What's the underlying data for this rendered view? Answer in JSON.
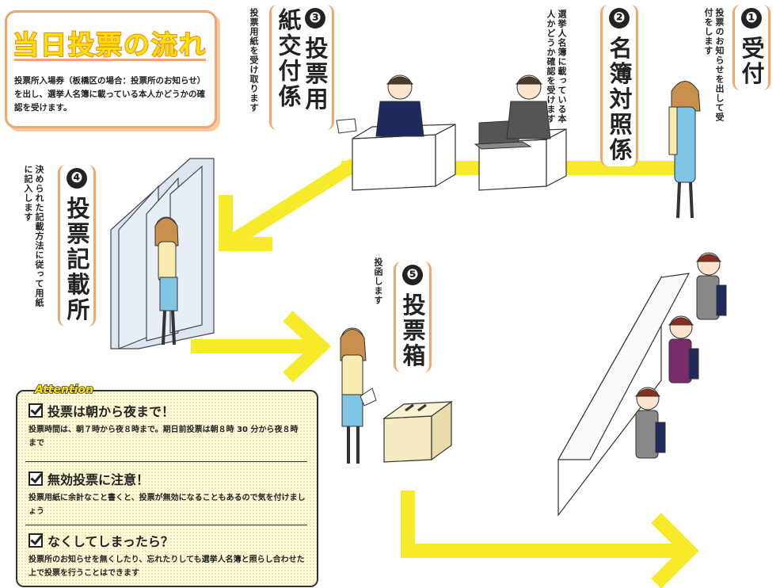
{
  "title": "当日投票の流れ",
  "title_description": "投票所入場券（板橋区の場合：投票所のお知らせ）を出し、選挙人名簿に載っている本人かどうかの確認を受けます。",
  "steps": [
    {
      "number": "❶",
      "heading": "受付",
      "description": "投票のお知らせを出して受付をします"
    },
    {
      "number": "❷",
      "heading": "名簿対照係",
      "description": "選挙人名簿に載っている本人かどうか確認を受けます"
    },
    {
      "number": "❸",
      "heading": "投票用紙交付係",
      "description": "投票用紙を受け取ります"
    },
    {
      "number": "❹",
      "heading": "投票記載所",
      "description": "決められた記載方法に従って用紙に記入します"
    },
    {
      "number": "❺",
      "heading": "投票箱",
      "description": "投函します"
    }
  ],
  "attention": {
    "label": "Attention",
    "items": [
      {
        "heading": "投票は朝から夜まで！",
        "body": "投票時間は、朝７時から夜８時まで。期日前投票は朝８時 30 分から夜８時まで"
      },
      {
        "heading": "無効投票に注意！",
        "body": "投票用紙に余計なこと書くと、投票が無効になることもあるので気を付けましょう"
      },
      {
        "heading": "なくしてしまったら？",
        "body": "投票所のお知らせを無くしたり、忘れたりしても選挙人名簿と照らし合わせた上で投票を行うことはできます"
      }
    ]
  },
  "colors": {
    "accent_orange": "#f4a56b",
    "path_yellow": "#f6ea2a",
    "title_yellow": "#ffe100"
  }
}
